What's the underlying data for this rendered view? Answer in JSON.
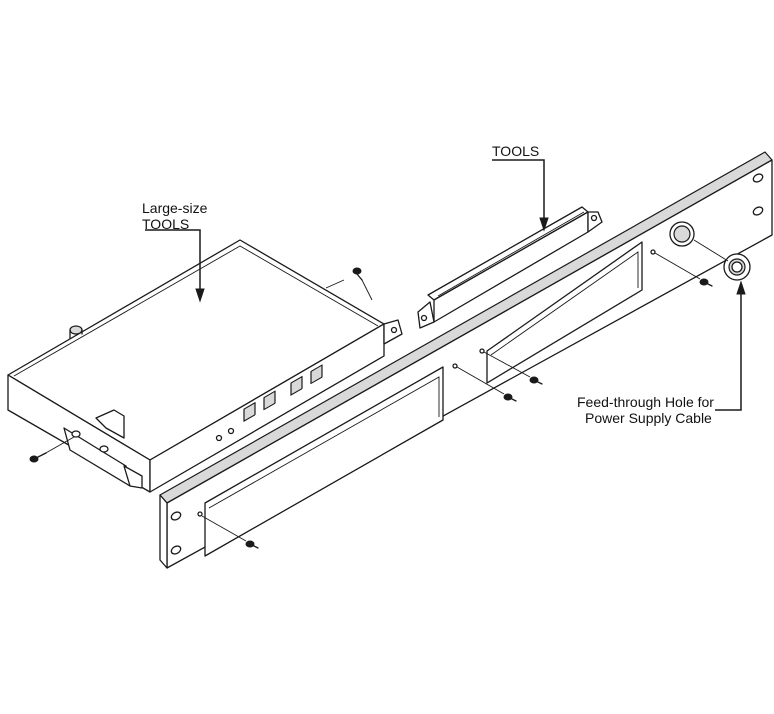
{
  "labels": {
    "large_tools_line1": "Large-size",
    "large_tools_line2": "TOOLS",
    "tools": "TOOLS",
    "feed_line1": "Feed-through Hole for",
    "feed_line2": "Power Supply Cable"
  }
}
